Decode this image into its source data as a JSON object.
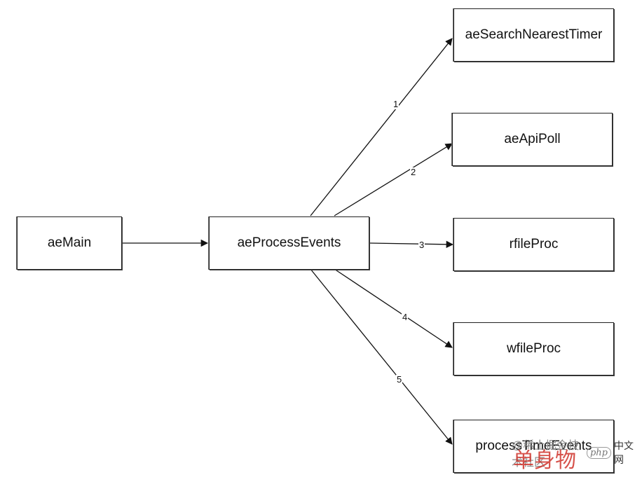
{
  "nodes": {
    "main": "aeMain",
    "process": "aeProcessEvents",
    "timer": "aeSearchNearestTimer",
    "poll": "aeApiPoll",
    "rfile": "rfileProc",
    "wfile": "wfileProc",
    "time": "processTimeEvents"
  },
  "edges": {
    "e1": "1",
    "e2": "2",
    "e3": "3",
    "e4": "4",
    "e5": "5"
  },
  "watermark": {
    "at_text": "@稀土掘金技术社区",
    "php": "php",
    "cn": "中文网",
    "red": "单身物"
  }
}
